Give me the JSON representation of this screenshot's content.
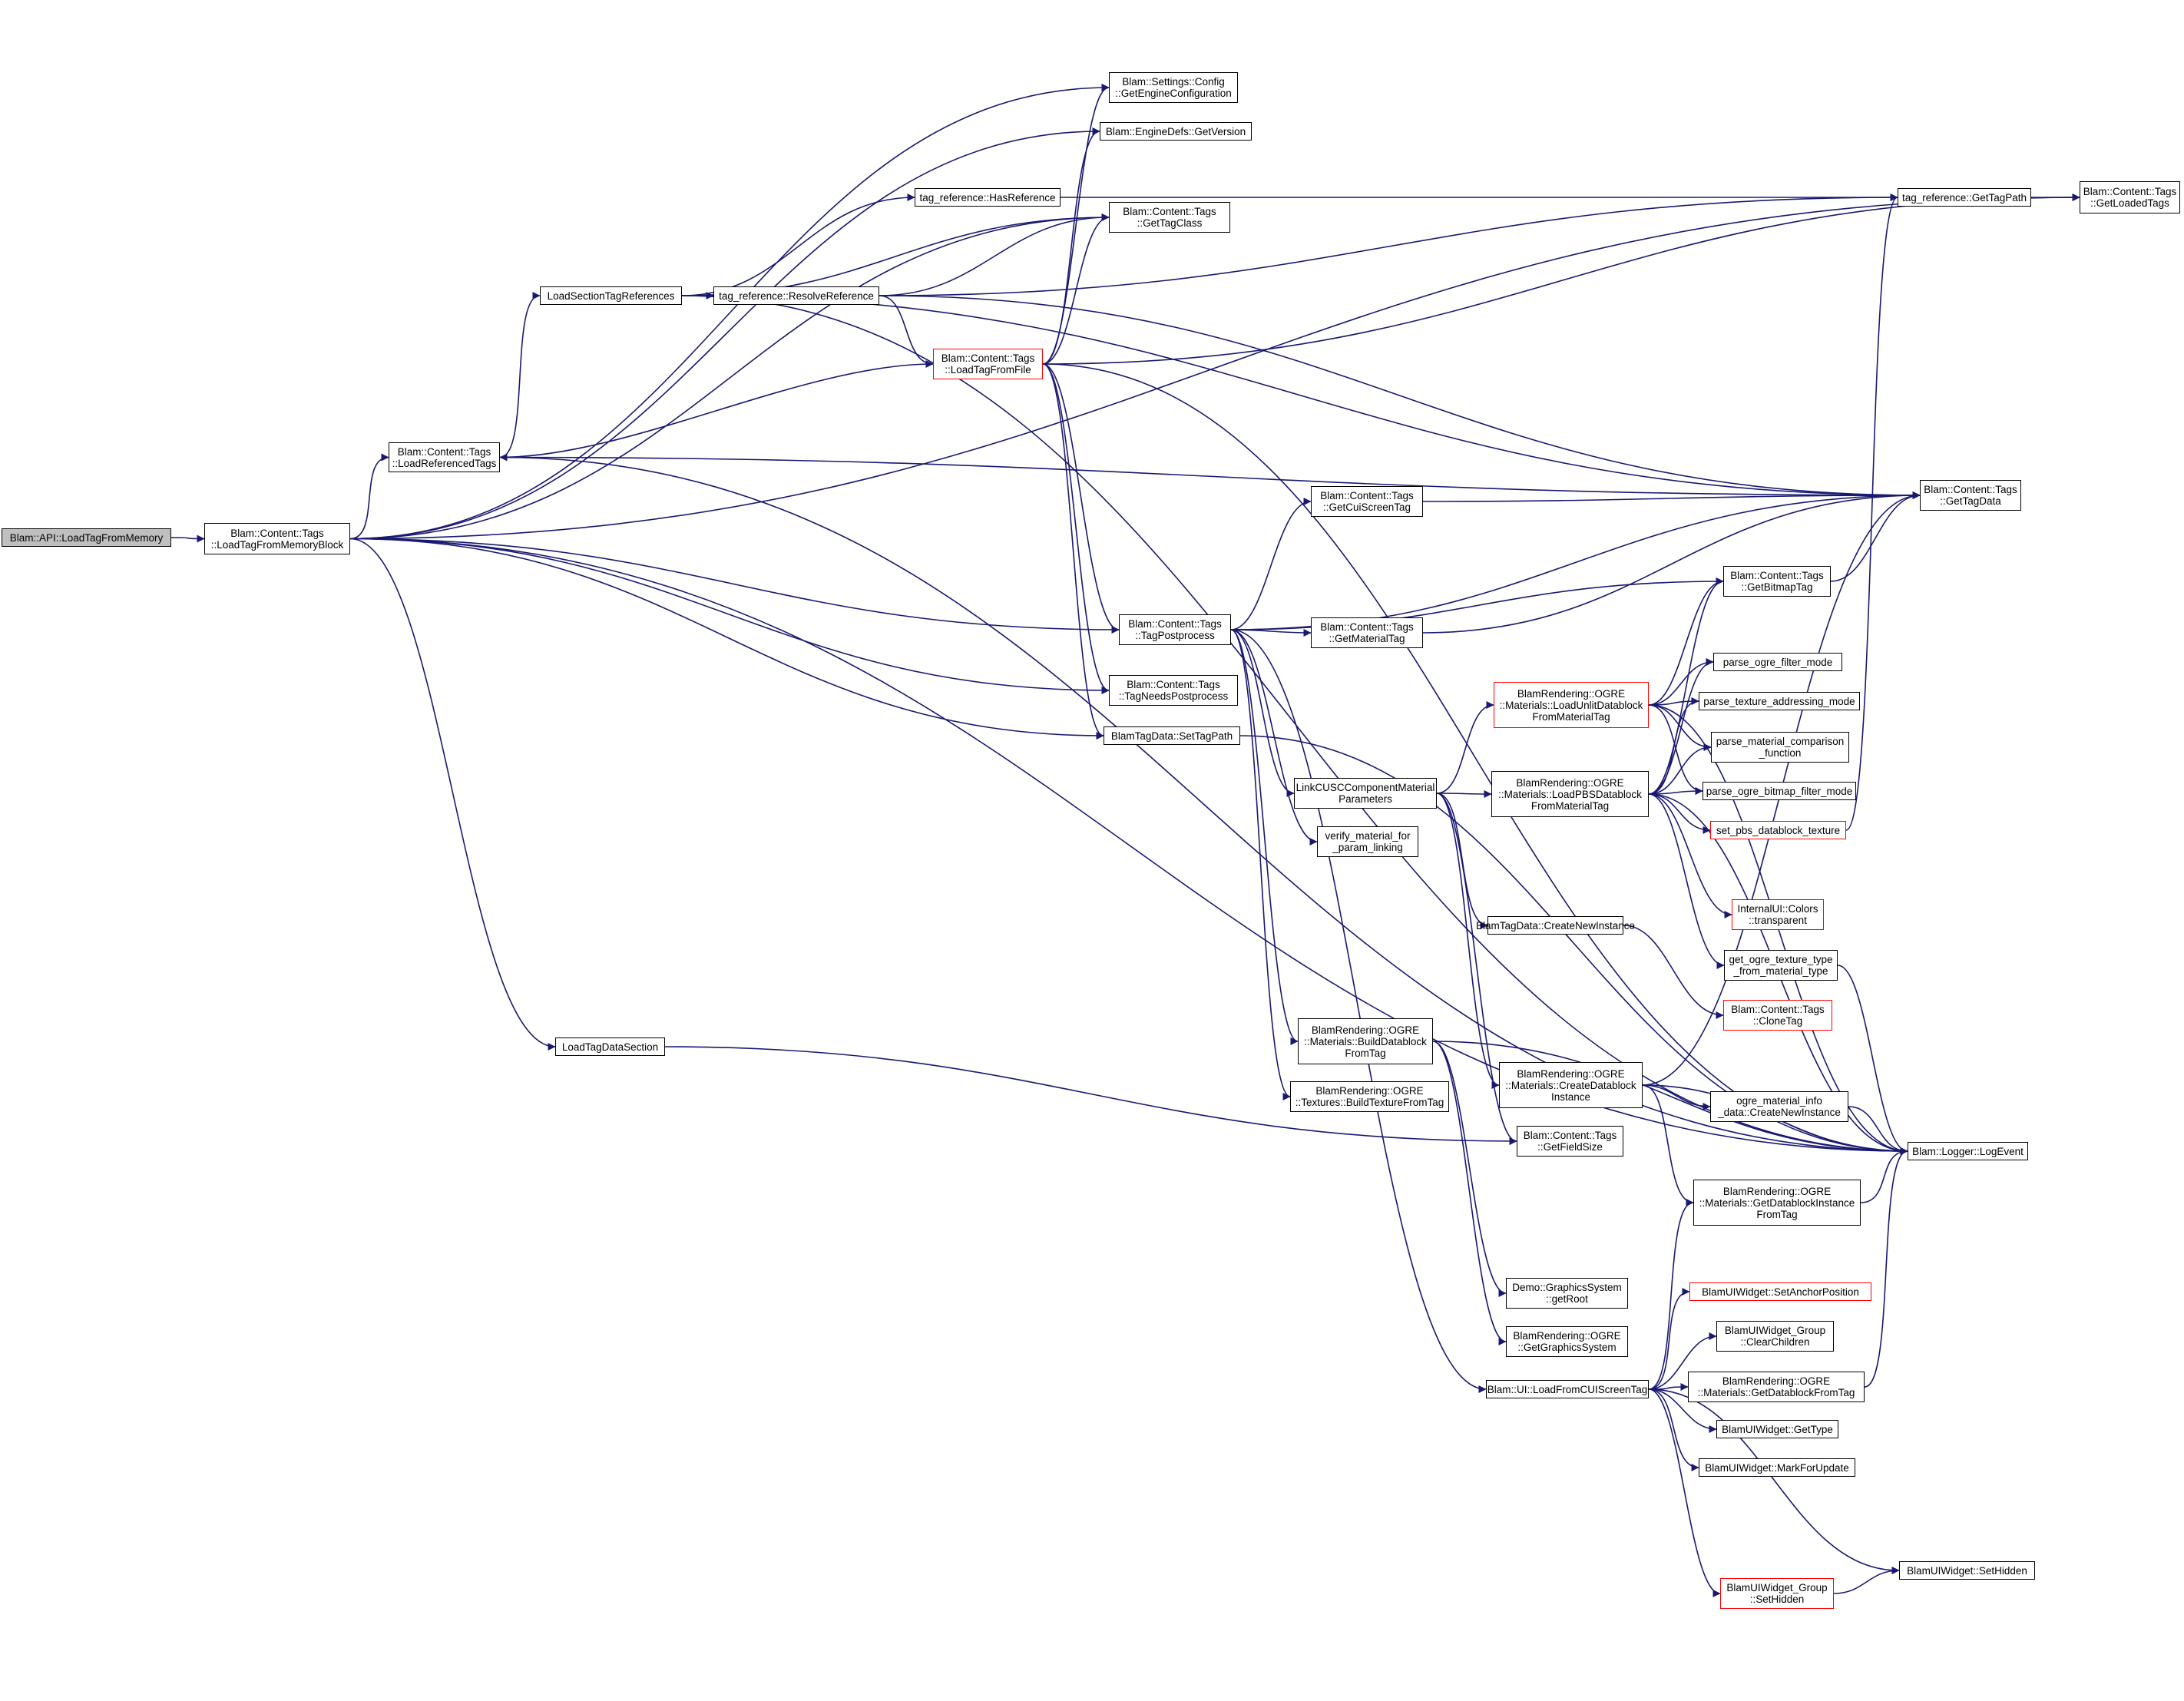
{
  "colors": {
    "edge": "#191970",
    "node_border": "#000000",
    "truncated_border": "#ff0000",
    "root_fill": "#bfbfbf"
  },
  "nodes": {
    "api": {
      "lines": [
        "Blam::API::LoadTagFromMemory"
      ],
      "style": "root"
    },
    "lfmb": {
      "lines": [
        "Blam::Content::Tags",
        "::LoadTagFromMemoryBlock"
      ]
    },
    "lrt": {
      "lines": [
        "Blam::Content::Tags",
        "::LoadReferencedTags"
      ]
    },
    "lstr": {
      "lines": [
        "LoadSectionTagReferences"
      ]
    },
    "ltds": {
      "lines": [
        "LoadTagDataSection"
      ]
    },
    "gec": {
      "lines": [
        "Blam::Settings::Config",
        "::GetEngineConfiguration"
      ]
    },
    "gv": {
      "lines": [
        "Blam::EngineDefs::GetVersion"
      ]
    },
    "hr": {
      "lines": [
        "tag_reference::HasReference"
      ]
    },
    "gtc": {
      "lines": [
        "Blam::Content::Tags",
        "::GetTagClass"
      ]
    },
    "rr": {
      "lines": [
        "tag_reference::ResolveReference"
      ]
    },
    "ltff": {
      "lines": [
        "Blam::Content::Tags",
        "::LoadTagFromFile"
      ],
      "style": "red"
    },
    "gtp": {
      "lines": [
        "tag_reference::GetTagPath"
      ]
    },
    "glt": {
      "lines": [
        "Blam::Content::Tags",
        "::GetLoadedTags"
      ]
    },
    "gcst": {
      "lines": [
        "Blam::Content::Tags",
        "::GetCuiScreenTag"
      ]
    },
    "gtd": {
      "lines": [
        "Blam::Content::Tags",
        "::GetTagData"
      ]
    },
    "tpp": {
      "lines": [
        "Blam::Content::Tags",
        "::TagPostprocess"
      ]
    },
    "gmt": {
      "lines": [
        "Blam::Content::Tags",
        "::GetMaterialTag"
      ]
    },
    "gbt": {
      "lines": [
        "Blam::Content::Tags",
        "::GetBitmapTag"
      ]
    },
    "tnp": {
      "lines": [
        "Blam::Content::Tags",
        "::TagNeedsPostprocess"
      ]
    },
    "stp": {
      "lines": [
        "BlamTagData::SetTagPath"
      ]
    },
    "pofm": {
      "lines": [
        "parse_ogre_filter_mode"
      ]
    },
    "lud": {
      "lines": [
        "BlamRendering::OGRE",
        "::Materials::LoadUnlitDatablock",
        "FromMaterialTag"
      ],
      "style": "red"
    },
    "ptam": {
      "lines": [
        "parse_texture_addressing_mode"
      ]
    },
    "pmcf": {
      "lines": [
        "parse_material_comparison",
        "_function"
      ]
    },
    "lcmp": {
      "lines": [
        "LinkCUSCComponentMaterial",
        "Parameters"
      ]
    },
    "lpd": {
      "lines": [
        "BlamRendering::OGRE",
        "::Materials::LoadPBSDatablock",
        "FromMaterialTag"
      ]
    },
    "pobfm": {
      "lines": [
        "parse_ogre_bitmap_filter_mode"
      ]
    },
    "spdt": {
      "lines": [
        "set_pbs_datablock_texture"
      ],
      "style": "red"
    },
    "vmpl": {
      "lines": [
        "verify_material_for",
        "_param_linking"
      ]
    },
    "ctr": {
      "lines": [
        "InternalUI::Colors",
        "::transparent"
      ],
      "style": "red"
    },
    "btdc": {
      "lines": [
        "BlamTagData::CreateNewInstance"
      ]
    },
    "gottmt": {
      "lines": [
        "get_ogre_texture_type",
        "_from_material_type"
      ]
    },
    "ct": {
      "lines": [
        "Blam::Content::Tags",
        "::CloneTag"
      ],
      "style": "red"
    },
    "bdft": {
      "lines": [
        "BlamRendering::OGRE",
        "::Materials::BuildDatablock",
        "FromTag"
      ]
    },
    "cdi": {
      "lines": [
        "BlamRendering::OGRE",
        "::Materials::CreateDatablock",
        "Instance"
      ]
    },
    "btft": {
      "lines": [
        "BlamRendering::OGRE",
        "::Textures::BuildTextureFromTag"
      ]
    },
    "omci": {
      "lines": [
        "ogre_material_info",
        "_data::CreateNewInstance"
      ]
    },
    "le": {
      "lines": [
        "Blam::Logger::LogEvent"
      ]
    },
    "gfs": {
      "lines": [
        "Blam::Content::Tags",
        "::GetFieldSize"
      ]
    },
    "gdift": {
      "lines": [
        "BlamRendering::OGRE",
        "::Materials::GetDatablockInstance",
        "FromTag"
      ]
    },
    "gsr": {
      "lines": [
        "Demo::GraphicsSystem",
        "::getRoot"
      ]
    },
    "sap": {
      "lines": [
        "BlamUIWidget::SetAnchorPosition"
      ],
      "style": "red"
    },
    "ggs": {
      "lines": [
        "BlamRendering::OGRE",
        "::GetGraphicsSystem"
      ]
    },
    "wgcc": {
      "lines": [
        "BlamUIWidget_Group",
        "::ClearChildren"
      ]
    },
    "lfcui": {
      "lines": [
        "Blam::UI::LoadFromCUIScreenTag"
      ]
    },
    "gdft": {
      "lines": [
        "BlamRendering::OGRE",
        "::Materials::GetDatablockFromTag"
      ]
    },
    "wgt": {
      "lines": [
        "BlamUIWidget::GetType"
      ]
    },
    "wmfu": {
      "lines": [
        "BlamUIWidget::MarkForUpdate"
      ]
    },
    "wgsh": {
      "lines": [
        "BlamUIWidget_Group",
        "::SetHidden"
      ],
      "style": "red"
    },
    "wsh": {
      "lines": [
        "BlamUIWidget::SetHidden"
      ]
    }
  },
  "edges": [
    [
      "api",
      "lfmb"
    ],
    [
      "lfmb",
      "gec"
    ],
    [
      "lfmb",
      "gv"
    ],
    [
      "lfmb",
      "gtc"
    ],
    [
      "lfmb",
      "glt"
    ],
    [
      "lfmb",
      "lrt"
    ],
    [
      "lfmb",
      "tpp"
    ],
    [
      "lfmb",
      "tnp"
    ],
    [
      "lfmb",
      "stp"
    ],
    [
      "lfmb",
      "ltds"
    ],
    [
      "lfmb",
      "le"
    ],
    [
      "lrt",
      "lstr"
    ],
    [
      "lrt",
      "gtd"
    ],
    [
      "lrt",
      "le"
    ],
    [
      "lstr",
      "hr"
    ],
    [
      "lstr",
      "rr"
    ],
    [
      "lstr",
      "gtc"
    ],
    [
      "lstr",
      "gtd"
    ],
    [
      "lstr",
      "le"
    ],
    [
      "hr",
      "gtp"
    ],
    [
      "rr",
      "gtc"
    ],
    [
      "rr",
      "gtp"
    ],
    [
      "rr",
      "gtd"
    ],
    [
      "rr",
      "ltff"
    ],
    [
      "ltff",
      "gec"
    ],
    [
      "ltff",
      "gv"
    ],
    [
      "ltff",
      "gtc"
    ],
    [
      "ltff",
      "glt"
    ],
    [
      "ltff",
      "lrt"
    ],
    [
      "ltff",
      "tpp"
    ],
    [
      "ltff",
      "tnp"
    ],
    [
      "ltff",
      "stp"
    ],
    [
      "ltff",
      "le"
    ],
    [
      "gtp",
      "glt"
    ],
    [
      "tpp",
      "gcst"
    ],
    [
      "tpp",
      "gtd"
    ],
    [
      "tpp",
      "gbt"
    ],
    [
      "tpp",
      "gmt"
    ],
    [
      "tpp",
      "lcmp"
    ],
    [
      "tpp",
      "vmpl"
    ],
    [
      "tpp",
      "bdft"
    ],
    [
      "tpp",
      "btft"
    ],
    [
      "tpp",
      "lfcui"
    ],
    [
      "gcst",
      "gtd"
    ],
    [
      "gmt",
      "gtd"
    ],
    [
      "gbt",
      "gtd"
    ],
    [
      "stp",
      "le"
    ],
    [
      "lcmp",
      "lud"
    ],
    [
      "lcmp",
      "lpd"
    ],
    [
      "lcmp",
      "btdc"
    ],
    [
      "lcmp",
      "cdi"
    ],
    [
      "lcmp",
      "gfs"
    ],
    [
      "lud",
      "gbt"
    ],
    [
      "lud",
      "pofm"
    ],
    [
      "lud",
      "ptam"
    ],
    [
      "lud",
      "pmcf"
    ],
    [
      "lud",
      "pobfm"
    ],
    [
      "lud",
      "le"
    ],
    [
      "lpd",
      "gbt"
    ],
    [
      "lpd",
      "pofm"
    ],
    [
      "lpd",
      "ptam"
    ],
    [
      "lpd",
      "pmcf"
    ],
    [
      "lpd",
      "pobfm"
    ],
    [
      "lpd",
      "spdt"
    ],
    [
      "lpd",
      "ctr"
    ],
    [
      "lpd",
      "gottmt"
    ],
    [
      "lpd",
      "le"
    ],
    [
      "spdt",
      "gtp"
    ],
    [
      "btdc",
      "ct"
    ],
    [
      "gottmt",
      "le"
    ],
    [
      "bdft",
      "le"
    ],
    [
      "bdft",
      "gsr"
    ],
    [
      "bdft",
      "ggs"
    ],
    [
      "cdi",
      "gtd"
    ],
    [
      "cdi",
      "omci"
    ],
    [
      "cdi",
      "le"
    ],
    [
      "cdi",
      "gdift"
    ],
    [
      "omci",
      "le"
    ],
    [
      "gdift",
      "le"
    ],
    [
      "ltds",
      "gfs"
    ],
    [
      "lfcui",
      "gdift"
    ],
    [
      "lfcui",
      "sap"
    ],
    [
      "lfcui",
      "wgcc"
    ],
    [
      "lfcui",
      "gdft"
    ],
    [
      "lfcui",
      "wgt"
    ],
    [
      "lfcui",
      "wmfu"
    ],
    [
      "lfcui",
      "wgsh"
    ],
    [
      "lfcui",
      "wsh"
    ],
    [
      "gdft",
      "le"
    ],
    [
      "wgsh",
      "wsh"
    ]
  ]
}
